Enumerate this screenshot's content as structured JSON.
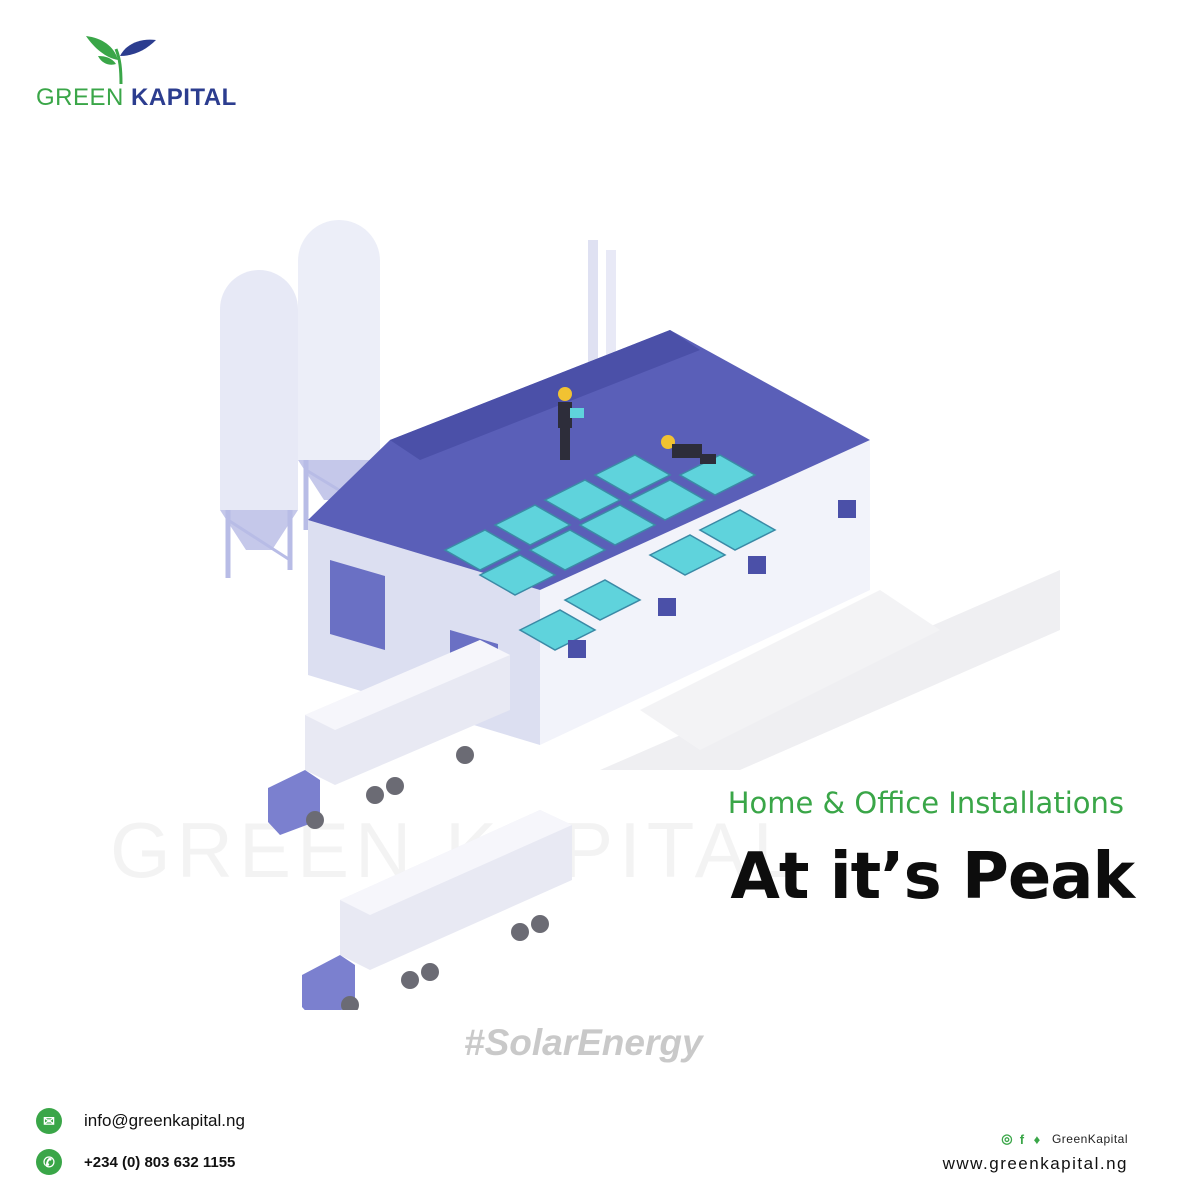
{
  "brand": {
    "name_part1": "GREEN",
    "name_part2": "KAPITAL",
    "watermark": "GREEN KAPITAL"
  },
  "headline": {
    "subtitle": "Home & Office Installations",
    "title": "At it’s Peak"
  },
  "hashtag": "#SolarEnergy",
  "contact": {
    "email": "info@greenkapital.ng",
    "phone": "+234 (0) 803 632 1155"
  },
  "social": {
    "handle": "GreenKapital",
    "website": "www.greenkapital.ng"
  },
  "colors": {
    "brand_green": "#3aa648",
    "brand_blue": "#2c3d8f",
    "roof_purple": "#5a5fb8",
    "panel_cyan": "#5fd3dc"
  }
}
